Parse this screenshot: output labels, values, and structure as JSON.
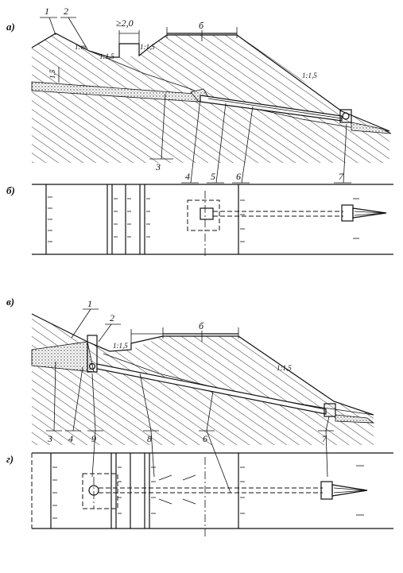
{
  "panels": {
    "a": {
      "letter": "а)",
      "dims": {
        "berm_width": "≥2,0",
        "top_width": "б"
      },
      "slopes": {
        "s1": "1:m",
        "s2": "1:1,5",
        "s3": "1:1,5",
        "s4": "1:1,5"
      },
      "side_dim": "1,5",
      "callouts": [
        "1",
        "2",
        "3",
        "4",
        "5",
        "6",
        "7"
      ]
    },
    "b": {
      "letter": "б)"
    },
    "c": {
      "letter": "в)",
      "dims": {
        "top_width": "б"
      },
      "slopes": {
        "s1": "1:1,5",
        "s2": "1:1,5"
      },
      "callouts": [
        "1",
        "2",
        "3",
        "4",
        "9",
        "8",
        "6",
        "7"
      ]
    },
    "d": {
      "letter": "г)"
    }
  }
}
